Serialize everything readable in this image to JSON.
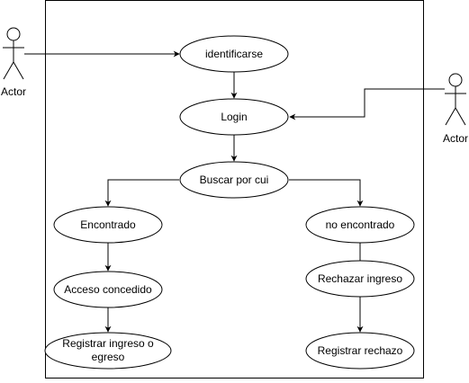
{
  "colors": {
    "stroke": "#000000",
    "fill": "#ffffff",
    "text": "#000000"
  },
  "actors": {
    "left": {
      "label": "Actor"
    },
    "right": {
      "label": "Actor"
    }
  },
  "use_cases": {
    "identificarse": {
      "label": "identificarse"
    },
    "login": {
      "label": "Login"
    },
    "buscar": {
      "label": "Buscar por cui"
    },
    "encontrado": {
      "label": "Encontrado"
    },
    "no_encontrado": {
      "label": "no encontrado"
    },
    "acceso": {
      "label": "Acceso concedido"
    },
    "rechazar": {
      "label": "Rechazar ingreso"
    },
    "registrar_ingreso": {
      "line1": "Registrar ingreso o",
      "line2": "egreso"
    },
    "registrar_rechazo": {
      "label": "Registrar rechazo"
    }
  },
  "connections": [
    {
      "from": "left actor",
      "to": "identificarse",
      "arrow": true
    },
    {
      "from": "right actor",
      "to": "Login",
      "arrow": true
    },
    {
      "from": "identificarse",
      "to": "Login",
      "arrow": true
    },
    {
      "from": "Login",
      "to": "Buscar por cui",
      "arrow": true
    },
    {
      "from": "Buscar por cui",
      "to": "Encontrado",
      "arrow": true
    },
    {
      "from": "Buscar por cui",
      "to": "no encontrado",
      "arrow": true
    },
    {
      "from": "Encontrado",
      "to": "Acceso concedido",
      "arrow": true
    },
    {
      "from": "no encontrado",
      "to": "Rechazar ingreso",
      "arrow": false
    },
    {
      "from": "Acceso concedido",
      "to": "Registrar ingreso o egreso",
      "arrow": true
    },
    {
      "from": "Rechazar ingreso",
      "to": "Registrar rechazo",
      "arrow": true
    }
  ]
}
